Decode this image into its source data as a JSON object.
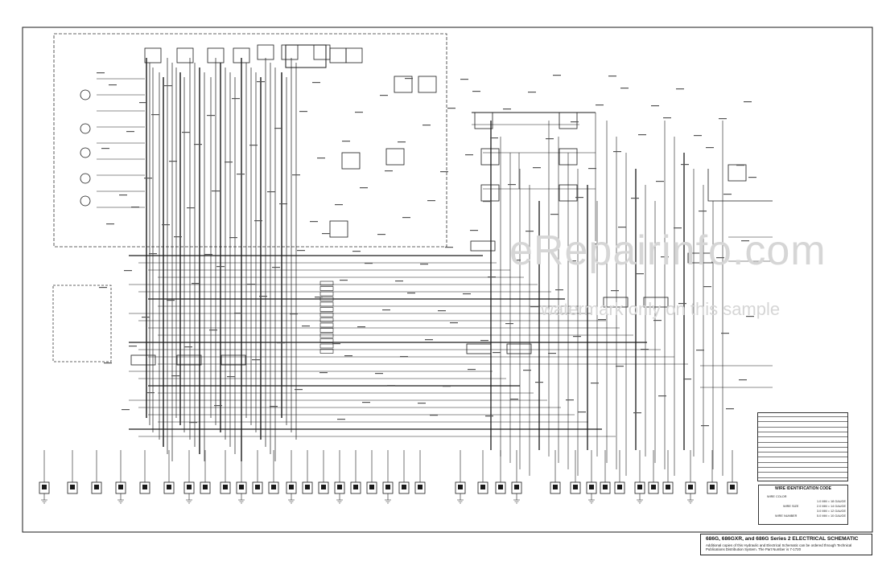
{
  "sheet": {
    "title": "686G, 686GXR, and 686G Series 2 ELECTRICAL SCHEMATIC",
    "note": "Additional copies of this Hydraulic and Electrical Schematic can be ordered through Technical Publications Distribution System. The Part Number is 7-1720"
  },
  "watermarks": {
    "brand": "eRepairinfo.com",
    "sample": "watermark only on this sample"
  },
  "wire_identification": {
    "title": "WIRE IDENTIFICATION CODE",
    "color_label": "WIRE COLOR",
    "size_label": "WIRE SIZE",
    "number_label": "WIRE NUMBER",
    "sizes": [
      "1.0 MM = 18 GAUGE",
      "2.0 MM = 14 GAUGE",
      "3.0 MM = 12 GAUGE",
      "5.0 MM = 10 GAUGE"
    ]
  },
  "style": {
    "line_color": "#1a1a1a",
    "watermark_color": "#d6d6d6",
    "background": "#ffffff"
  }
}
